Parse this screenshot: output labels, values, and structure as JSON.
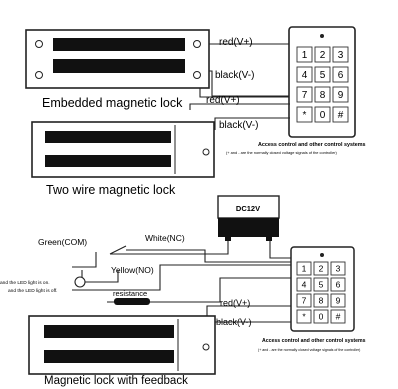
{
  "section1": {
    "lock1_title": "Embedded magnetic lock",
    "lock2_title": "Two wire magnetic lock",
    "wire_red_1": "red(V+)",
    "wire_black_1": "black(V-)",
    "wire_red_2": "red(V+)",
    "wire_black_2": "black(V-)",
    "keypad_keys": [
      "1",
      "2",
      "3",
      "4",
      "5",
      "6",
      "7",
      "8",
      "9",
      "*",
      "0",
      "#"
    ],
    "access_title": "Access control and other control systems",
    "access_note": "(+ and - are the normally closed voltage signals of the controller)"
  },
  "section2": {
    "power_label": "DC12V",
    "green_label": "Green(COM)",
    "white_label": "White(NC)",
    "yellow_label": "Yellow(NO)",
    "led_note_1": "and the LED light is on.",
    "led_note_2": "and the LED light is off.",
    "resistance_label": "resistance",
    "wire_red": "red(V+)",
    "wire_black": "black(V-)",
    "keypad_keys": [
      "1",
      "2",
      "3",
      "4",
      "5",
      "6",
      "7",
      "8",
      "9",
      "*",
      "0",
      "#"
    ],
    "access_title": "Access control and other control systems",
    "access_note": "(+ and - are the normally closed voltage signals of the controller)",
    "lock_title": "Magnetic lock with feedback"
  }
}
